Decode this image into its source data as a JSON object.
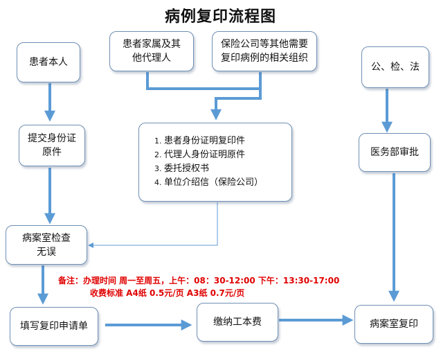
{
  "title": "病例复印流程图",
  "nodes": {
    "patient_self": "患者本人",
    "family_line1": "患者家属及其",
    "family_line2": "他代理人",
    "insurance_line1": "保险公司等其他需要",
    "insurance_line2": "复印病例的相关组织",
    "public_security": "公、检、法",
    "submit_id_line1": "提交身份证",
    "submit_id_line2": "原件",
    "documents": [
      "患者身份证明复印件",
      "代理人身份证明原件",
      "委托授权书",
      "单位介绍信（保险公司）"
    ],
    "medical_affairs": "医务部审批",
    "records_check_line1": "病案室检查",
    "records_check_line2": "无误",
    "fill_form": "填写复印申请单",
    "pay_fee": "缴纳工本费",
    "records_copy": "病案室复印"
  },
  "note": {
    "line1": "备注：办理时间 周一至周五，上午：08：30-12:00   下午：13:30-17:00",
    "line2": "收费标准 A4纸 0.5元/页   A3纸 0.7元/页"
  },
  "colors": {
    "arrow": "#5b9bd5",
    "box_border": "#6e8fb3",
    "note": "#e00000"
  }
}
